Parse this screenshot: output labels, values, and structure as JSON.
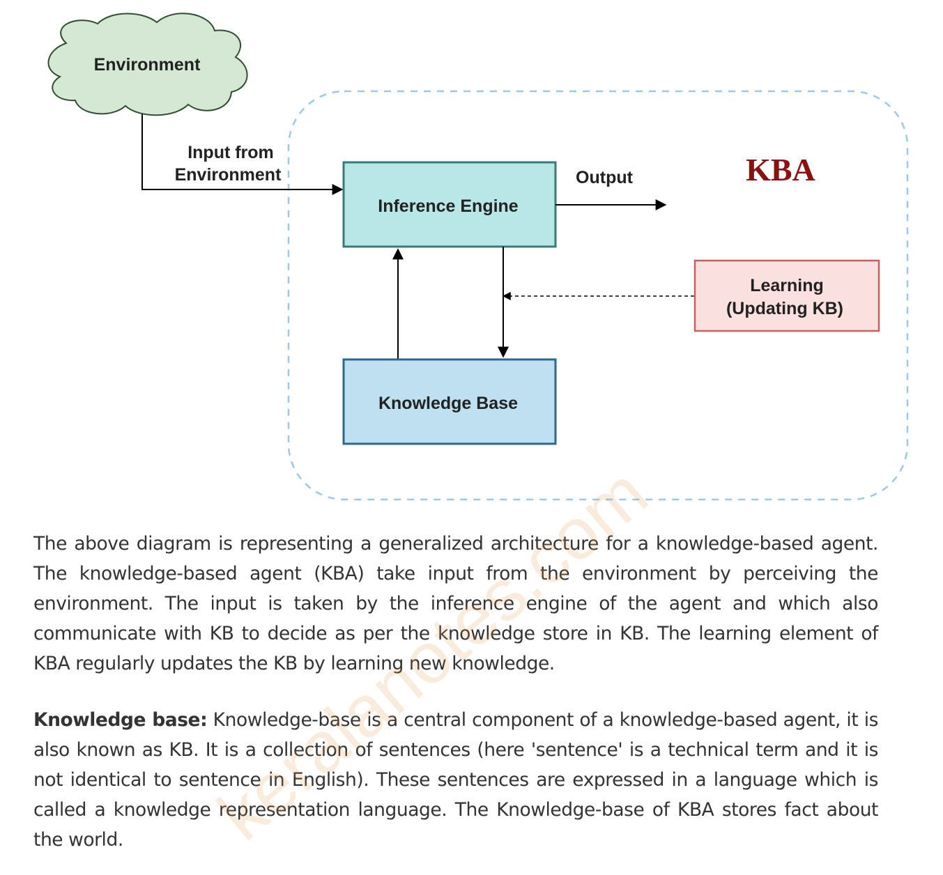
{
  "diagram": {
    "environment_label": "Environment",
    "input_label_line1": "Input from",
    "input_label_line2": "Environment",
    "inference_engine_label": "Inference Engine",
    "output_label": "Output",
    "kba_label": "KBA",
    "learning_label_line1": "Learning",
    "learning_label_line2": "(Updating KB)",
    "knowledge_base_label": "Knowledge Base",
    "colors": {
      "cloud_fill": "#d5e8d4",
      "cloud_stroke": "#2f4f2f",
      "inference_fill": "#b9e6e6",
      "inference_stroke": "#3c7a7a",
      "kb_fill": "#bee0f0",
      "kb_stroke": "#2c6a8a",
      "learning_fill": "#fbe0e0",
      "learning_stroke": "#c86060",
      "boundary_stroke": "#9cc8ee",
      "kba_text": "#8b1010"
    }
  },
  "content": {
    "paragraph1": "The above diagram is representing a generalized architecture for a knowledge-based agent. The knowledge-based agent (KBA) take input from the environment by perceiving the environment. The input is taken by the inference engine of the agent and which also communicate with KB to decide as per the knowledge store in KB. The learning element of KBA regularly updates the KB by learning new knowledge.",
    "kb_term": "Knowledge base:",
    "kb_definition": " Knowledge-base is a central component of a knowledge-based agent, it is also known as KB. It is a collection of sentences (here 'sentence' is a technical term and it is not identical to sentence in English). These sentences are expressed in a language which is called a knowledge representation language. The Knowledge-base of KBA stores fact about the world."
  },
  "watermark": "keralanotes.com"
}
